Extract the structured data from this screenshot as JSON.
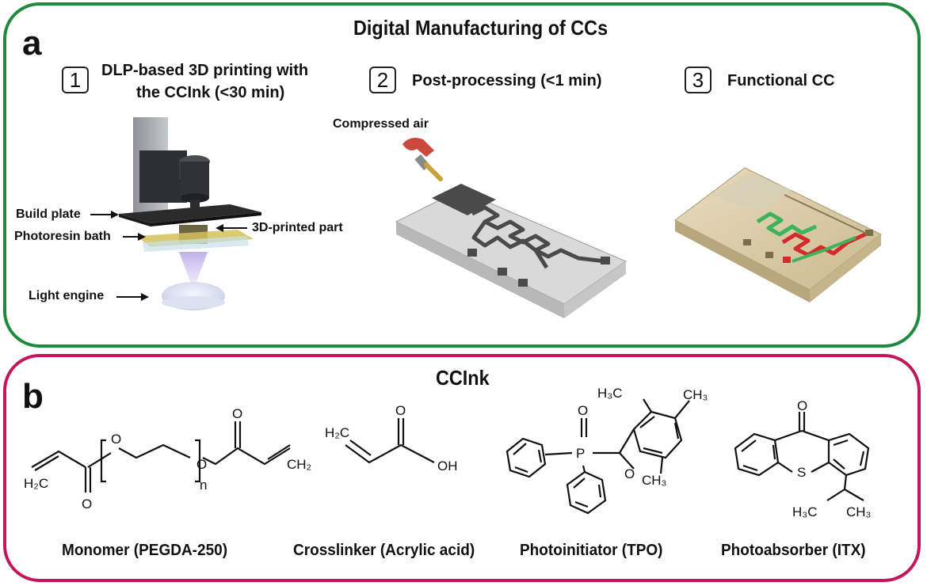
{
  "panel_a": {
    "letter": "a",
    "title": "Digital Manufacturing of CCs",
    "steps": [
      {
        "num": "1",
        "line1": "DLP-based 3D printing with",
        "line2": "the CCInk (<30 min)"
      },
      {
        "num": "2",
        "line1": "Post-processing (<1 min)"
      },
      {
        "num": "3",
        "line1": "Functional CC"
      }
    ],
    "labels": {
      "compressed_air": "Compressed air",
      "build_plate": "Build plate",
      "photoresin_bath": "Photoresin bath",
      "printed_part": "3D-printed part",
      "light_engine": "Light engine"
    }
  },
  "panel_b": {
    "letter": "b",
    "title": "CCInk",
    "captions": {
      "monomer": "Monomer (PEGDA-250)",
      "crosslinker": "Crosslinker (Acrylic acid)",
      "photoinitiator": "Photoinitiator (TPO)",
      "photoabsorber": "Photoabsorber (ITX)"
    },
    "atoms": {
      "h2c": "H₂C",
      "ch2": "CH₂",
      "o": "O",
      "n": "n",
      "oh": "OH",
      "p": "P",
      "s": "S",
      "h3c": "H₃C",
      "ch3": "CH₃"
    }
  },
  "colors": {
    "panel_a_border": "#1e8a3c",
    "panel_b_border": "#c2185b",
    "channel_red": "#d42a2a",
    "channel_green": "#3fb35a"
  }
}
